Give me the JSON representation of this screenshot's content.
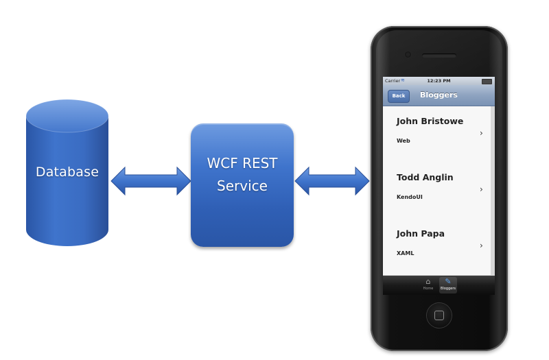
{
  "diagram": {
    "database_label": "Database",
    "service_label_line1": "WCF REST",
    "service_label_line2": "Service"
  },
  "colors": {
    "node_blue": "#2f5fb5",
    "arrow_blue": "#3f74cc",
    "ios_nav": "#8ea3c0"
  },
  "phone": {
    "status": {
      "carrier": "Carrier",
      "time": "12:23 PM"
    },
    "nav": {
      "back_label": "Back",
      "title": "Bloggers"
    },
    "list": [
      {
        "name": "John Bristowe",
        "sub": "Web"
      },
      {
        "name": "Todd Anglin",
        "sub": "KendoUI"
      },
      {
        "name": "John Papa",
        "sub": "XAML"
      }
    ],
    "tabs": [
      {
        "label": "Home",
        "icon": "home-icon"
      },
      {
        "label": "Bloggers",
        "icon": "bloggers-icon"
      }
    ]
  }
}
